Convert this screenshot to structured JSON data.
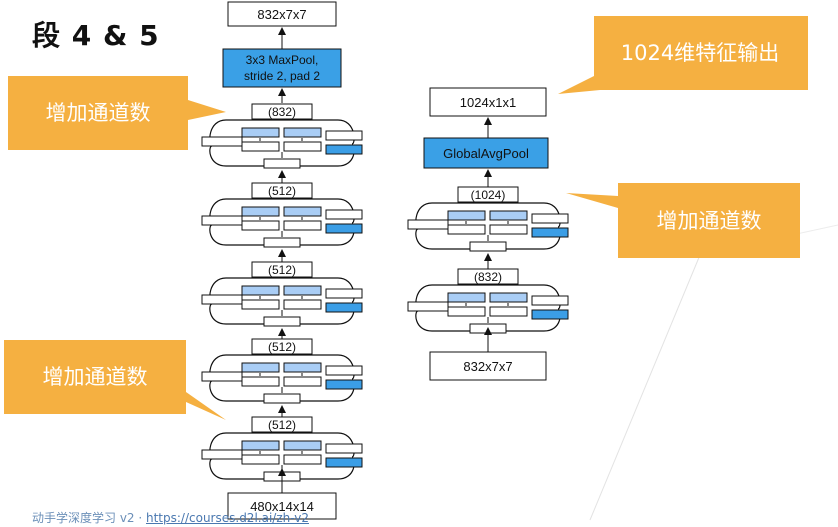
{
  "title": "段 4 & 5",
  "callouts": {
    "left_top": "增加通道数",
    "left_bottom": "增加通道数",
    "right_top": "1024维特征输出",
    "right_mid": "增加通道数"
  },
  "left_column": {
    "output": "832x7x7",
    "maxpool_line1": "3x3 MaxPool,",
    "maxpool_line2": "stride 2, pad 2",
    "blocks": [
      "(832)",
      "(512)",
      "(512)",
      "(512)",
      "(512)"
    ],
    "input": "480x14x14"
  },
  "right_column": {
    "output": "1024x1x1",
    "gap": "GlobalAvgPool",
    "blocks": [
      "(1024)",
      "(832)"
    ],
    "input": "832x7x7"
  },
  "footer": {
    "text": "动手学深度学习 v2 · ",
    "link": "https://courses.d2l.ai/zh-v2"
  },
  "colors": {
    "callout": "#f5b041",
    "light_blue": "#a9cdf5",
    "blue": "#3b9ee6",
    "maxpool_blue": "#3aa0e6"
  }
}
